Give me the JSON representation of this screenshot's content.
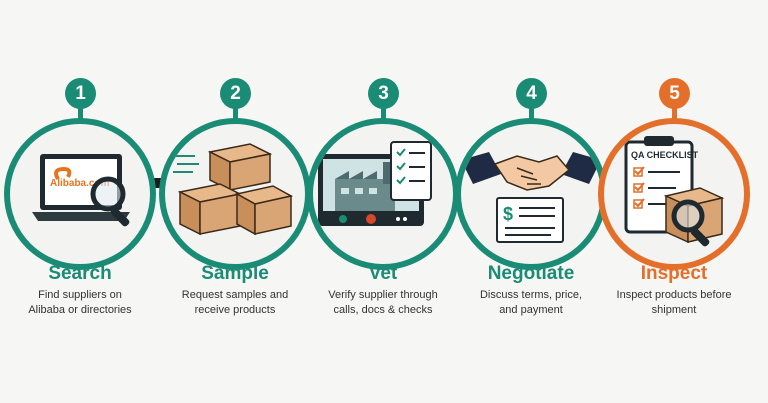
{
  "colors": {
    "teal": "#1a8c75",
    "orange": "#e46f2a",
    "dark": "#1b1b1b"
  },
  "steps": [
    {
      "number": "1",
      "title": "Search",
      "desc_lines": [
        "Find suppliers on",
        "Alibaba or directories"
      ],
      "icon_text": "Alibaba.com",
      "color": "#1a8c75",
      "icon": "laptop-magnifier-icon"
    },
    {
      "number": "2",
      "title": "Sample",
      "desc_lines": [
        "Request samples and",
        "receive products"
      ],
      "icon_text": "",
      "color": "#1a8c75",
      "icon": "boxes-icon"
    },
    {
      "number": "3",
      "title": "Vet",
      "desc_lines": [
        "Verify supplier through",
        "calls, docs & checks"
      ],
      "icon_text": "",
      "color": "#1a8c75",
      "icon": "video-call-factory-icon"
    },
    {
      "number": "4",
      "title": "Negotiate",
      "desc_lines": [
        "Discuss terms, price,",
        "and payment"
      ],
      "icon_text": "$",
      "color": "#1a8c75",
      "icon": "handshake-contract-icon"
    },
    {
      "number": "5",
      "title": "Inspect",
      "desc_lines": [
        "Inspect products before",
        "shipment"
      ],
      "icon_text": "QA CHECKLIST",
      "color": "#e46f2a",
      "icon": "qa-checklist-icon"
    }
  ]
}
